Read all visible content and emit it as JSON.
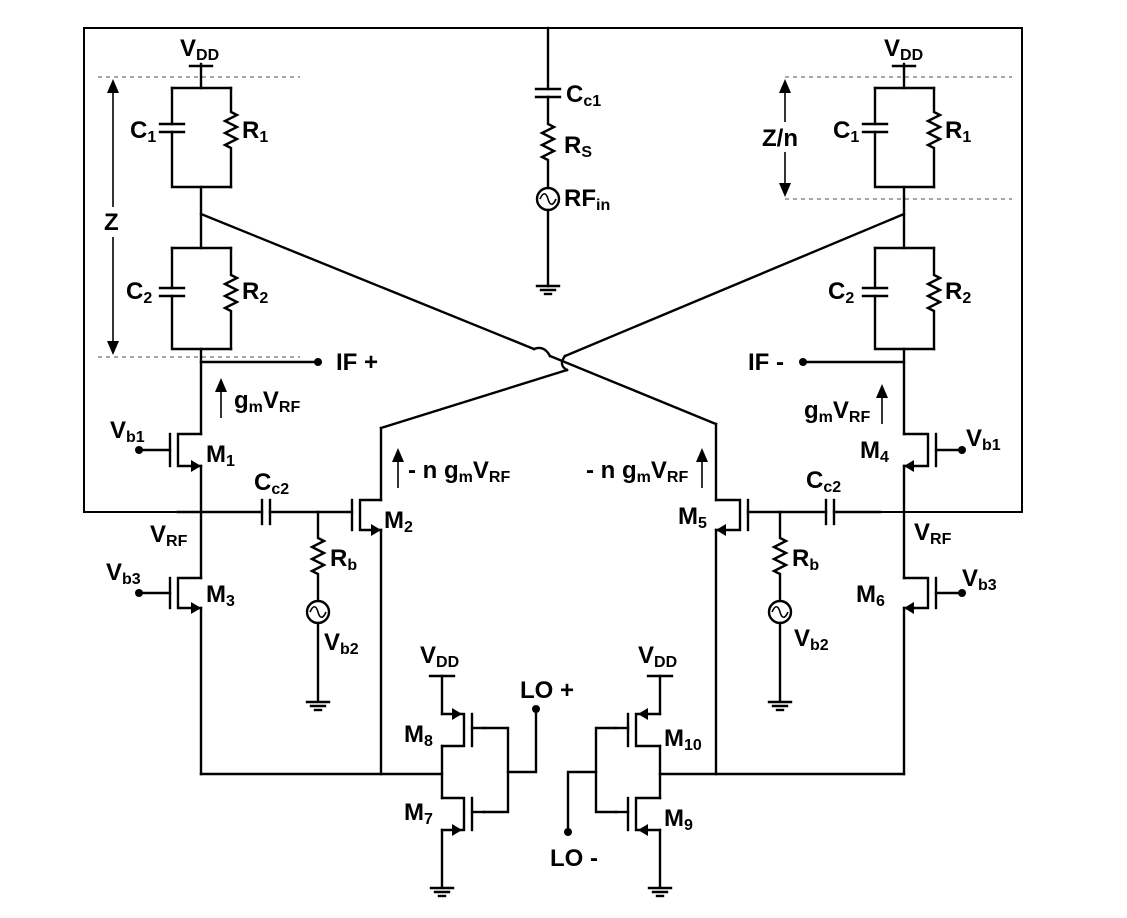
{
  "labels": {
    "vdd_tl": {
      "main": "V",
      "sub": "DD"
    },
    "vdd_tr": {
      "main": "V",
      "sub": "DD"
    },
    "vdd_m8": {
      "main": "V",
      "sub": "DD"
    },
    "vdd_m10": {
      "main": "V",
      "sub": "DD"
    },
    "c1_left": {
      "main": "C",
      "sub": "1"
    },
    "r1_left": {
      "main": "R",
      "sub": "1"
    },
    "c2_left": {
      "main": "C",
      "sub": "2"
    },
    "r2_left": {
      "main": "R",
      "sub": "2"
    },
    "c1_right": {
      "main": "C",
      "sub": "1"
    },
    "r1_right": {
      "main": "R",
      "sub": "1"
    },
    "c2_right": {
      "main": "C",
      "sub": "2"
    },
    "r2_right": {
      "main": "R",
      "sub": "2"
    },
    "cc1": {
      "main": "C",
      "sub": "c1"
    },
    "rs": {
      "main": "R",
      "sub": "S"
    },
    "rfin": {
      "main": "RF",
      "sub": "in"
    },
    "z": "Z",
    "zn": "Z/n",
    "if_plus": "IF +",
    "if_minus": "IF -",
    "gm_left": {
      "a": "g",
      "a_sub": "m",
      "b": "V",
      "b_sub": "RF"
    },
    "gm_right": {
      "a": "g",
      "a_sub": "m",
      "b": "V",
      "b_sub": "RF"
    },
    "ngm_left": {
      "pre": "- n g",
      "a_sub": "m",
      "b": "V",
      "b_sub": "RF"
    },
    "ngm_right": {
      "pre": "- n g",
      "a_sub": "m",
      "b": "V",
      "b_sub": "RF"
    },
    "vb1_left": {
      "main": "V",
      "sub": "b1"
    },
    "vb1_right": {
      "main": "V",
      "sub": "b1"
    },
    "vb3_left": {
      "main": "V",
      "sub": "b3"
    },
    "vb3_right": {
      "main": "V",
      "sub": "b3"
    },
    "vb2_left": {
      "main": "V",
      "sub": "b2"
    },
    "vb2_right": {
      "main": "V",
      "sub": "b2"
    },
    "vrf_left": {
      "main": "V",
      "sub": "RF"
    },
    "vrf_right": {
      "main": "V",
      "sub": "RF"
    },
    "cc2_left": {
      "main": "C",
      "sub": "c2"
    },
    "cc2_right": {
      "main": "C",
      "sub": "c2"
    },
    "rb_left": {
      "main": "R",
      "sub": "b"
    },
    "rb_right": {
      "main": "R",
      "sub": "b"
    },
    "m1": {
      "main": "M",
      "sub": "1"
    },
    "m2": {
      "main": "M",
      "sub": "2"
    },
    "m3": {
      "main": "M",
      "sub": "3"
    },
    "m4": {
      "main": "M",
      "sub": "4"
    },
    "m5": {
      "main": "M",
      "sub": "5"
    },
    "m6": {
      "main": "M",
      "sub": "6"
    },
    "m7": {
      "main": "M",
      "sub": "7"
    },
    "m8": {
      "main": "M",
      "sub": "8"
    },
    "m9": {
      "main": "M",
      "sub": "9"
    },
    "m10": {
      "main": "M",
      "sub": "10"
    },
    "lo_plus": "LO +",
    "lo_minus": "LO -"
  }
}
